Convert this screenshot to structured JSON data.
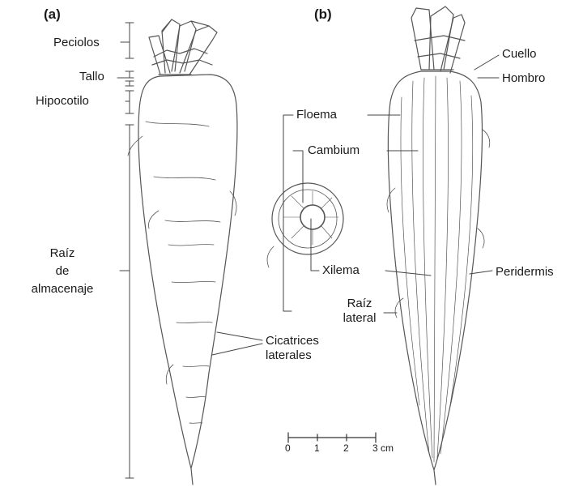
{
  "panels": {
    "a": "(a)",
    "b": "(b)"
  },
  "labels": {
    "peciolos": "Peciolos",
    "tallo": "Tallo",
    "hipocotilo": "Hipocotilo",
    "raiz_almacenaje": [
      "Raíz",
      "de",
      "almacenaje"
    ],
    "floema": "Floema",
    "cambium": "Cambium",
    "xilema": "Xilema",
    "raiz_lateral": [
      "Raíz",
      "lateral"
    ],
    "cicatrices_laterales": [
      "Cicatrices",
      "laterales"
    ],
    "cuello": "Cuello",
    "hombro": "Hombro",
    "peridermis": "Peridermis"
  },
  "scale_bar": {
    "ticks": [
      "0",
      "1",
      "2",
      "3 cm"
    ]
  },
  "colors": {
    "ink": "#1a1a1a",
    "line": "#555555"
  }
}
